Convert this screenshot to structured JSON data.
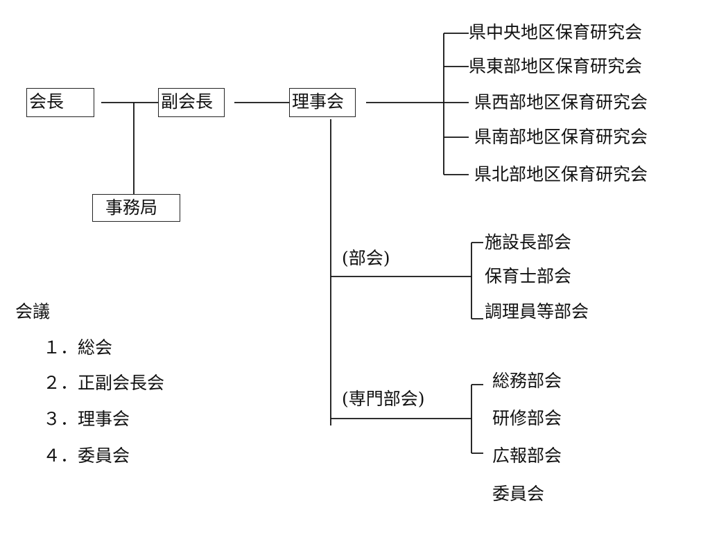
{
  "nodes": {
    "kaicho": "会長",
    "fukukaicho": "副会長",
    "rijikai": "理事会",
    "jimukyoku": "事務局"
  },
  "regional_groups": [
    "県中央地区保育研究会",
    "県東部地区保育研究会",
    "県西部地区保育研究会",
    "県南部地区保育研究会",
    "県北部地区保育研究会"
  ],
  "bukai": {
    "label": "(部会)",
    "items": [
      "施設長部会",
      "保育士部会",
      "調理員等部会"
    ]
  },
  "senmon_bukai": {
    "label": "(専門部会)",
    "items": [
      "総務部会",
      "研修部会",
      "広報部会"
    ],
    "extra": "委員会"
  },
  "meetings": {
    "title": "会議",
    "items": [
      "１．総会",
      "２．正副会長会",
      "３．理事会",
      "４．委員会"
    ]
  }
}
